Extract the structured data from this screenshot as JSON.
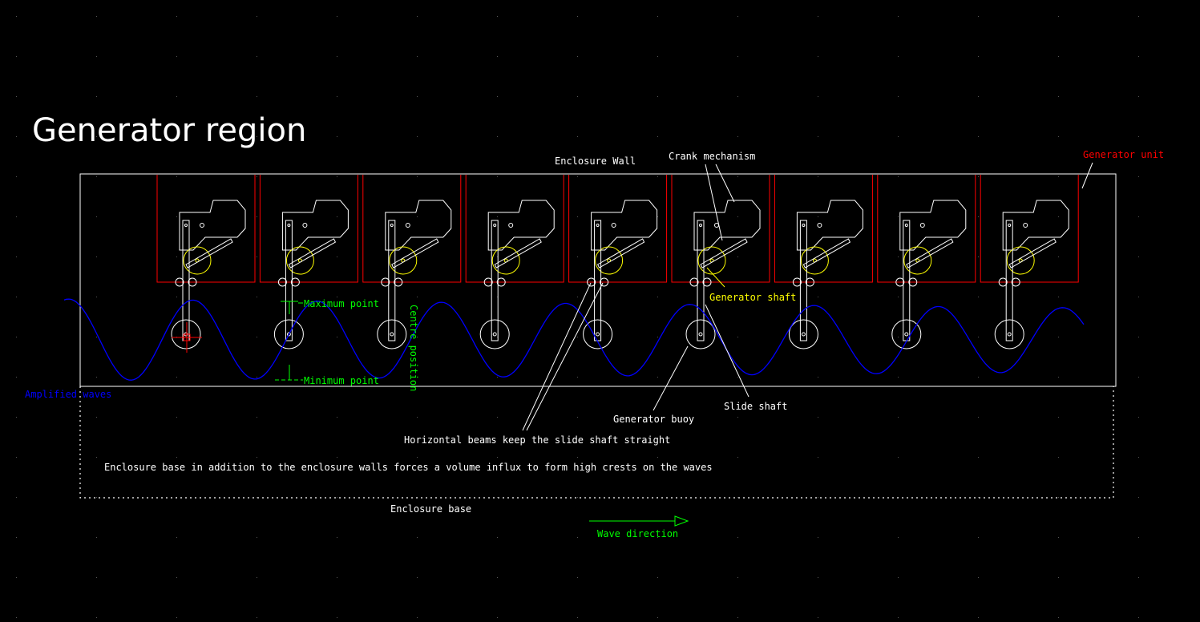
{
  "title": "Generator region",
  "labels": {
    "enclosure_wall": "Enclosure Wall",
    "crank_mechanism": "Crank mechanism",
    "generator_unit": "Generator unit",
    "maximum_point": "Maximum point",
    "centre_position": "Centre position",
    "minimum_point": "Minimum point",
    "generator_shaft": "Generator shaft",
    "amplified_waves": "Amplified waves",
    "slide_shaft": "Slide shaft",
    "generator_buoy": "Generator buoy",
    "horizontal_beams": "Horizontal beams keep the slide shaft straight",
    "enclosure_note": "Enclosure base in addition to the enclosure walls forces a volume influx to form high crests on the waves",
    "enclosure_base": "Enclosure base",
    "wave_direction": "Wave direction"
  },
  "unit_count": 9,
  "colors": {
    "background": "#000000",
    "line": "#ffffff",
    "generator_unit": "#ff0000",
    "generator_shaft": "#ffff00",
    "wave": "#0000ff",
    "annotation": "#00ff00",
    "grid_dot": "#555555"
  }
}
